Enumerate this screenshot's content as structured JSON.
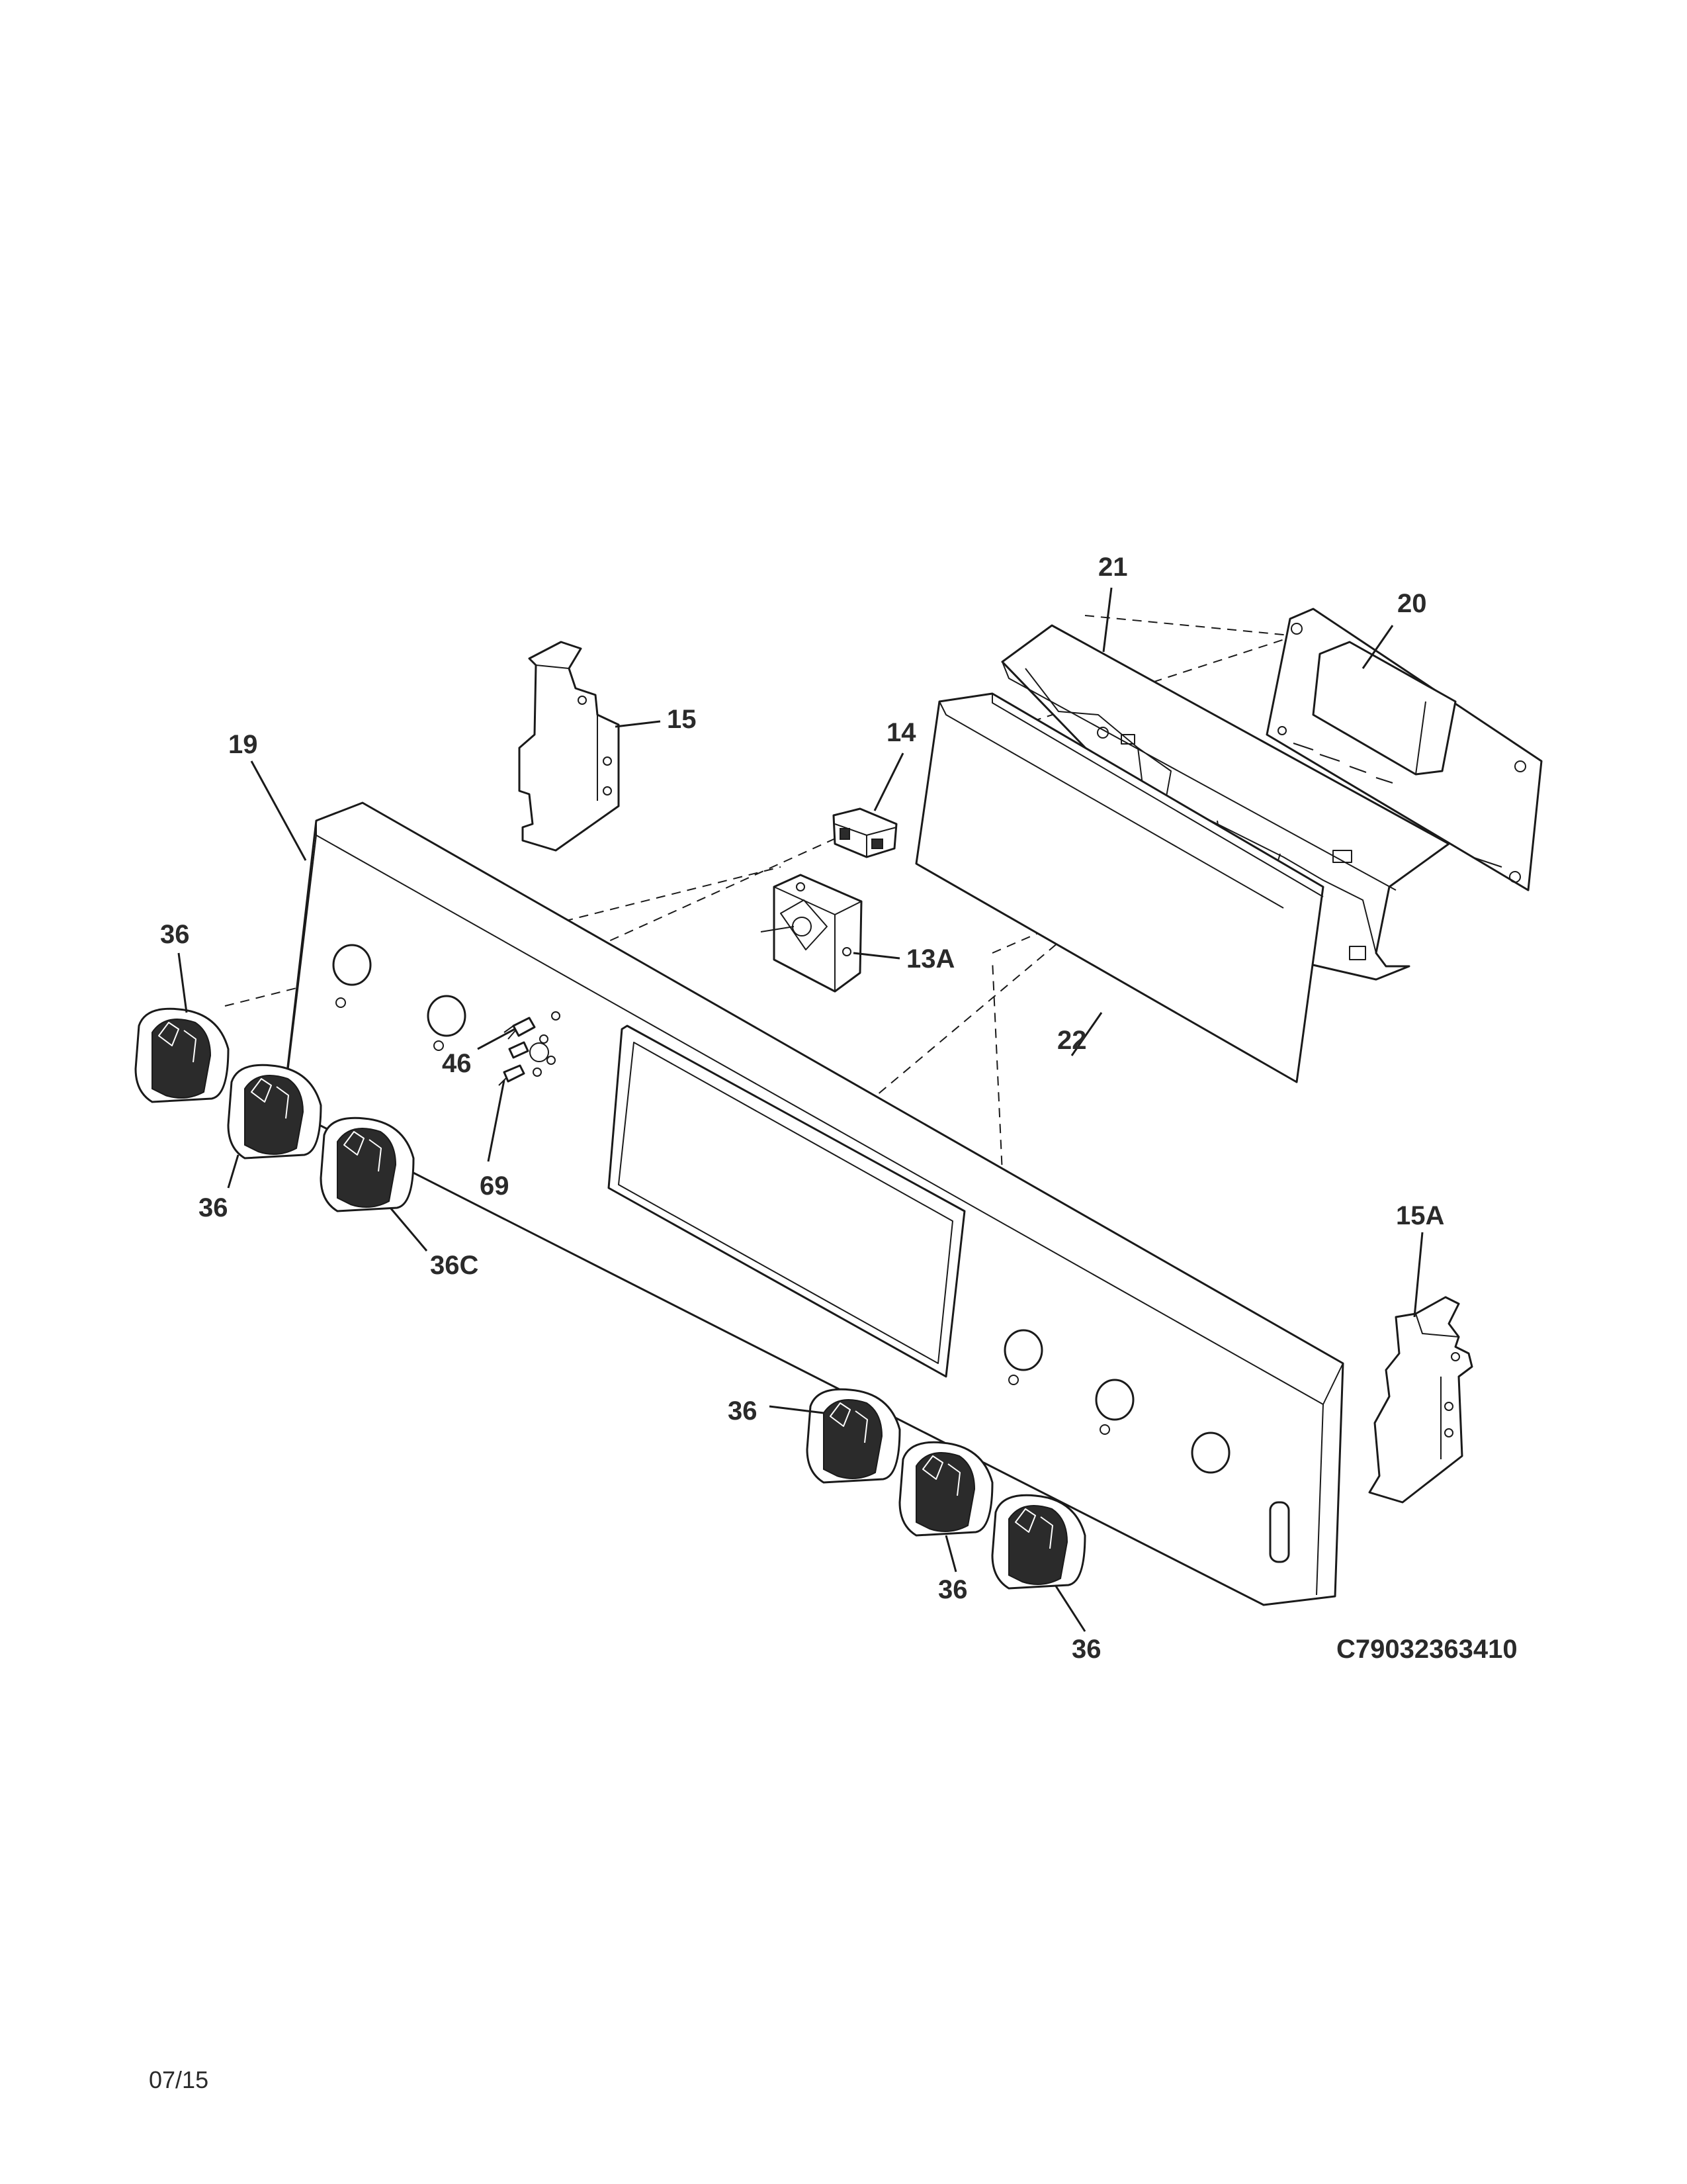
{
  "callouts": {
    "p21": "21",
    "p20": "20",
    "p15": "15",
    "p14": "14",
    "p19": "19",
    "p36_top_left": "36",
    "p13A": "13A",
    "p46": "46",
    "p22": "22",
    "p36_left_mid": "36",
    "p69": "69",
    "p36C": "36C",
    "p15A": "15A",
    "p36_bottom_a": "36",
    "p36_bottom_b": "36",
    "p36_bottom_c": "36"
  },
  "drawing_code": "C79032363410",
  "revision_date": "07/15"
}
